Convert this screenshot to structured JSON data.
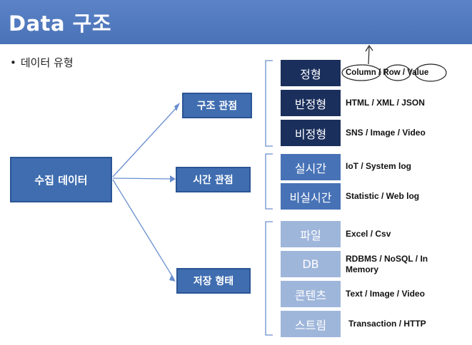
{
  "title": "Data 구조",
  "bullet": "데이터 유형",
  "root": "수집 데이터",
  "categories": [
    {
      "label": "구조 관점",
      "items": [
        {
          "label": "정형",
          "desc": "Column / Row / Value"
        },
        {
          "label": "반정형",
          "desc": "HTML / XML / JSON"
        },
        {
          "label": "비정형",
          "desc": "SNS / Image / Video"
        }
      ]
    },
    {
      "label": "시간 관점",
      "items": [
        {
          "label": "실시간",
          "desc": "IoT / System log"
        },
        {
          "label": "비실시간",
          "desc": "Statistic / Web log"
        }
      ]
    },
    {
      "label": "저장 형태",
      "items": [
        {
          "label": "파일",
          "desc": "Excel / Csv"
        },
        {
          "label": "DB",
          "desc": "RDBMS / NoSQL / In Memory"
        },
        {
          "label": "콘텐츠",
          "desc": "Text / Image / Video"
        },
        {
          "label": "스트림",
          "desc": "Transaction / HTTP"
        }
      ]
    }
  ],
  "colors": {
    "title_bar": "#4a72b7",
    "box_primary": "#3f6db0",
    "box_dark": "#1b2f5c",
    "box_light": "#9fb6db",
    "connector": "#6a8fd0"
  }
}
